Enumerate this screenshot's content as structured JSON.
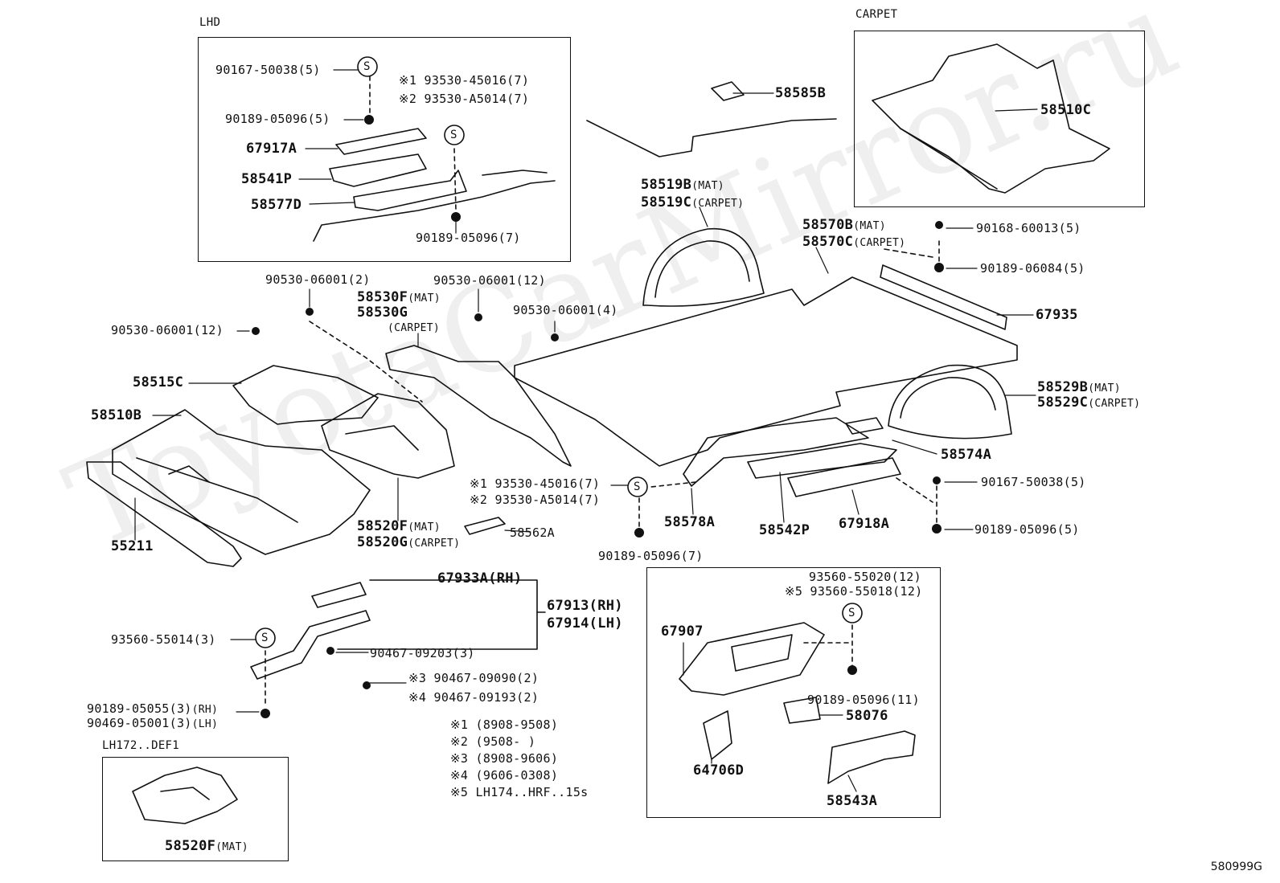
{
  "boxes": {
    "lhd": "LHD",
    "carpet": "CARPET",
    "lh172": "LH172..DEF1"
  },
  "labels": {
    "p90167_50038_5_top": "90167-50038(5)",
    "note1_93530_45016": "※1 93530-45016(7)",
    "note2_93530_a5014": "※2 93530-A5014(7)",
    "p90189_05096_5_top": "90189-05096(5)",
    "p67917a": "67917A",
    "p58541p": "58541P",
    "p58577d": "58577D",
    "p90189_05096_7_top": "90189-05096(7)",
    "p58585b": "58585B",
    "p58510c": "58510C",
    "p58519b": "58519B",
    "p58519b_sub": "(MAT)",
    "p58519c": "58519C",
    "p58519c_sub": "(CARPET)",
    "p58570b": "58570B",
    "p58570b_sub": "(MAT)",
    "p58570c": "58570C",
    "p58570c_sub": "(CARPET)",
    "p90168_60013": "90168-60013(5)",
    "p90189_06084": "90189-06084(5)",
    "p67935": "67935",
    "p90530_2": "90530-06001(2)",
    "p90530_12b": "90530-06001(12)",
    "p58530f": "58530F",
    "p58530f_sub": "(MAT)",
    "p58530g": "58530G",
    "p58530g_sub": "(CARPET)",
    "p90530_4": "90530-06001(4)",
    "p90530_12a": "90530-06001(12)",
    "p58515c": "58515C",
    "p58510b": "58510B",
    "p58529b": "58529B",
    "p58529b_sub": "(MAT)",
    "p58529c": "58529C",
    "p58529c_sub": "(CARPET)",
    "p58574a": "58574A",
    "note1_mid": "※1 93530-45016(7)",
    "note2_mid": "※2 93530-A5014(7)",
    "p90167_50038_5_r": "90167-50038(5)",
    "p58578a": "58578A",
    "p58542p": "58542P",
    "p67918a": "67918A",
    "p90189_05096_5_r": "90189-05096(5)",
    "p55211": "55211",
    "p58520f": "58520F",
    "p58520f_sub": "(MAT)",
    "p58520g": "58520G",
    "p58520g_sub": "(CARPET)",
    "p58562a": "58562A",
    "p90189_05096_7_mid": "90189-05096(7)",
    "p67933a": "67933A(RH)",
    "p67913": "67913(RH)",
    "p67914": "67914(LH)",
    "p93560_55014": "93560-55014(3)",
    "p90467_09203": "90467-09203(3)",
    "note3": "※3 90467-09090(2)",
    "note4": "※4 90467-09193(2)",
    "p90189_05055": "90189-05055(3)",
    "p90189_05055_sub": "(RH)",
    "p90469_05001": "90469-05001(3)",
    "p90469_05001_sub": "(LH)",
    "p93560_55020": "93560-55020(12)",
    "note5_93560": "※5 93560-55018(12)",
    "p67907": "67907",
    "p90189_05096_11": "90189-05096(11)",
    "p58076": "58076",
    "p64706d": "64706D",
    "p58543a": "58543A",
    "p58520f_box": "58520F",
    "p58520f_box_sub": "(MAT)"
  },
  "footnotes": [
    "※1 (8908-9508)",
    "※2 (9508-      )",
    "※3 (8908-9606)",
    "※4 (9606-0308)",
    "※5  LH174..HRF..15s"
  ],
  "diagram_id": "580999G",
  "watermark": "ToyotaCarMirror.ru"
}
